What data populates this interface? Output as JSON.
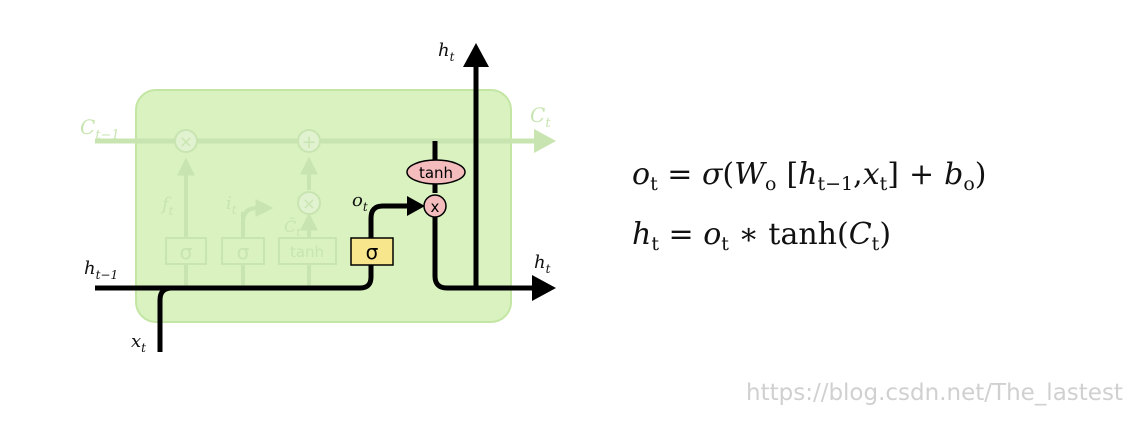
{
  "diagram": {
    "labels": {
      "c_prev": "C",
      "c_prev_sub": "t−1",
      "c_next": "C",
      "c_next_sub": "t",
      "f": "f",
      "f_sub": "t",
      "i": "i",
      "i_sub": "t",
      "c_tilde": "C̃",
      "c_tilde_sub": "t",
      "o": "o",
      "o_sub": "t",
      "h_prev": "h",
      "h_prev_sub": "t−1",
      "h_out_right": "h",
      "h_out_right_sub": "t",
      "h_out_top": "h",
      "h_out_top_sub": "t",
      "x": "x",
      "x_sub": "t"
    },
    "ops": {
      "multiply": "×",
      "add": "+",
      "multiply_small": "x"
    },
    "gates": {
      "forget": "σ",
      "input": "σ",
      "candidate": "tanh",
      "output": "σ",
      "output_tanh": "tanh"
    },
    "colors": {
      "cell_fill": "#d9f2c0",
      "cell_stroke": "#c4e6a4",
      "faded": "#c8e4b0",
      "active_line": "#000000",
      "output_gate_fill": "#f8e68c",
      "tanh_fill": "#f4bcbc"
    }
  },
  "equations": {
    "eq1": {
      "lhs": "o",
      "lhs_sub": "t",
      "eq": "=",
      "sigma": "σ",
      "lp": "(",
      "w": "W",
      "w_sub": "o",
      "lb": "[",
      "h": "h",
      "h_sub": "t−1",
      "comma": ",",
      "x": "x",
      "x_sub": "t",
      "rb": "]",
      "plus": "+",
      "b": "b",
      "b_sub": "o",
      "rp": ")"
    },
    "eq2": {
      "lhs": "h",
      "lhs_sub": "t",
      "eq": "=",
      "o": "o",
      "o_sub": "t",
      "star": "∗",
      "tanh": "tanh",
      "lp": "(",
      "c": "C",
      "c_sub": "t",
      "rp": ")"
    }
  },
  "watermark": "https://blog.csdn.net/The_lastest"
}
